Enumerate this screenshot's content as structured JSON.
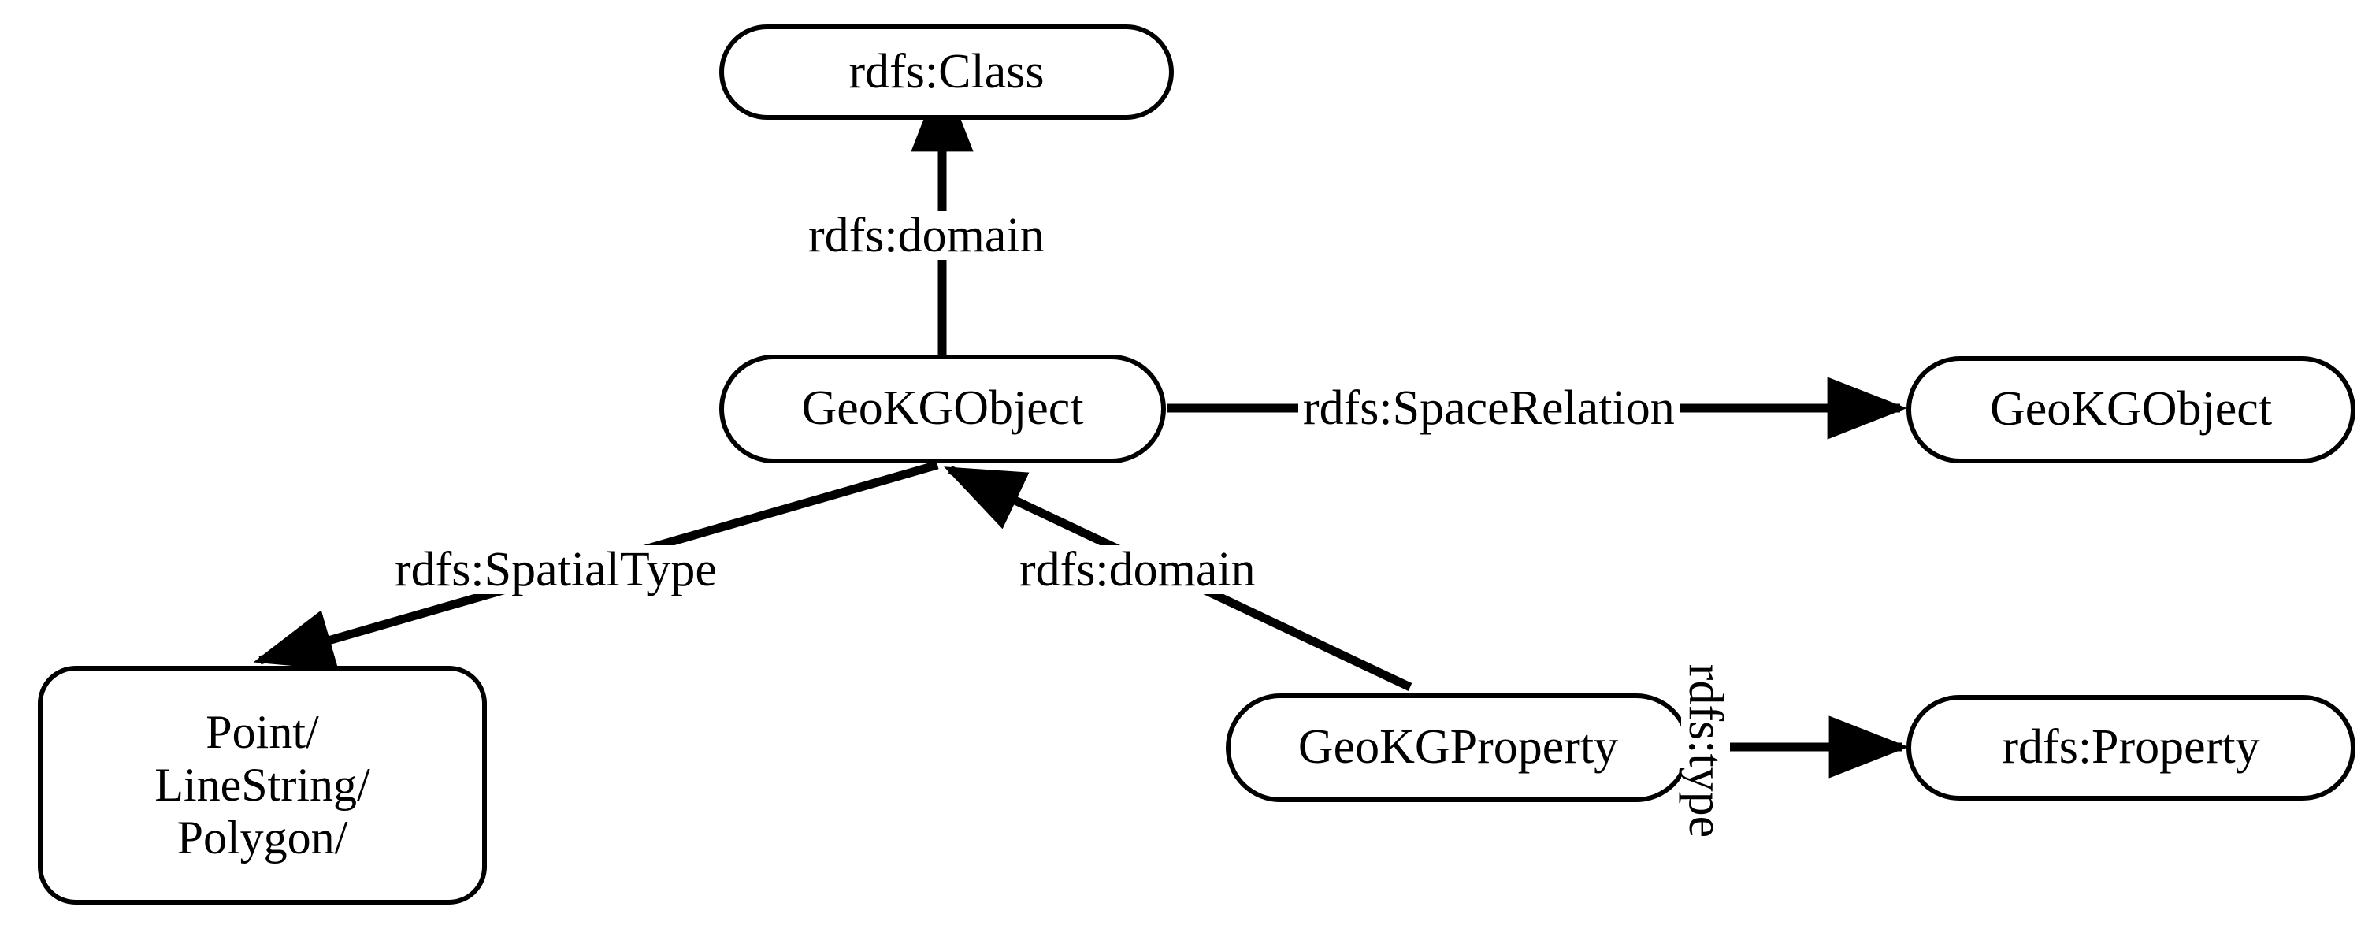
{
  "diagram": {
    "title": "GeoKG RDFS schema diagram",
    "background_color": "#ffffff",
    "stroke_color": "#000000",
    "nodes": [
      {
        "id": "rdfs-class",
        "label": "rdfs:Class"
      },
      {
        "id": "geokgobject",
        "label": "GeoKGObject"
      },
      {
        "id": "geokgobject-2",
        "label": "GeoKGObject"
      },
      {
        "id": "spatial-types",
        "label": "Point/\nLineString/\nPolygon/"
      },
      {
        "id": "geokgproperty",
        "label": "GeoKGProperty"
      },
      {
        "id": "rdfs-property",
        "label": "rdfs:Property"
      }
    ],
    "edges": [
      {
        "id": "e1",
        "label": "rdfs:domain",
        "from": "geokgobject",
        "to": "rdfs-class"
      },
      {
        "id": "e2",
        "label": "rdfs:SpaceRelation",
        "from": "geokgobject",
        "to": "geokgobject-2"
      },
      {
        "id": "e3",
        "label": "rdfs:SpatialType",
        "from": "geokgobject",
        "to": "spatial-types"
      },
      {
        "id": "e4",
        "label": "rdfs:domain",
        "from": "geokgproperty",
        "to": "geokgobject"
      },
      {
        "id": "e5",
        "label": "rdfs:type",
        "from": "geokgproperty",
        "to": "rdfs-property"
      }
    ]
  }
}
